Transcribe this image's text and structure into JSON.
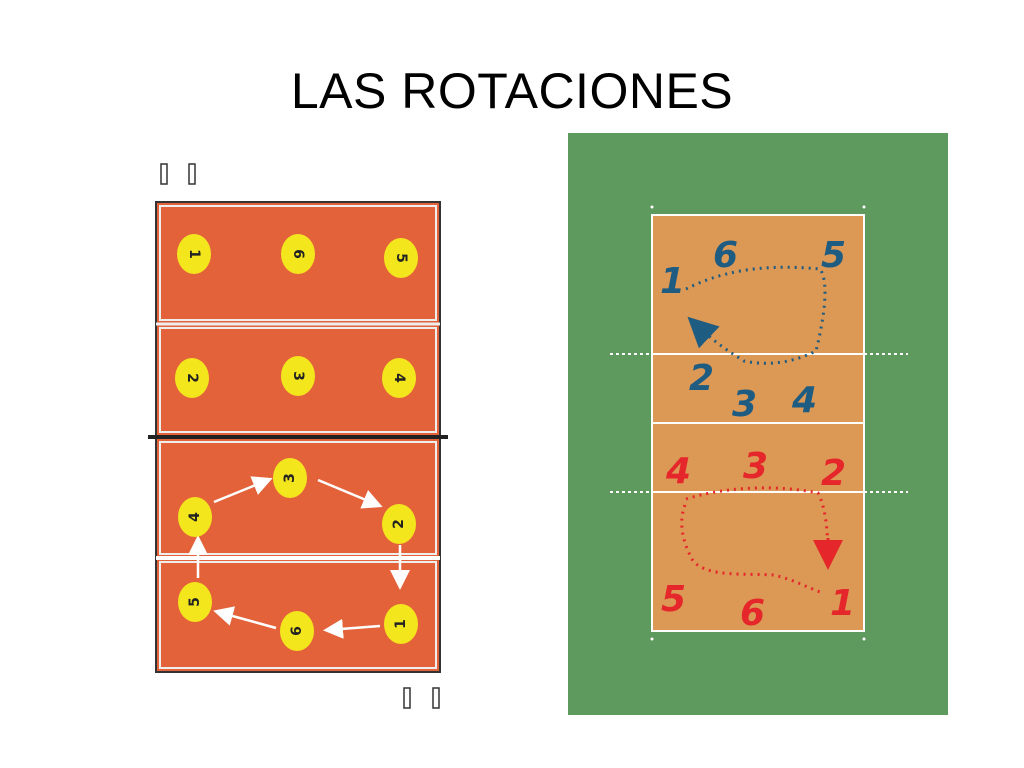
{
  "slide": {
    "title": "LAS ROTACIONES"
  },
  "left_diagram": {
    "top_half": {
      "back_row": [
        "1",
        "6",
        "5"
      ],
      "front_row": [
        "2",
        "3",
        "4"
      ]
    },
    "bottom_half": {
      "front_row": [
        "4",
        "3",
        "2"
      ],
      "back_row": [
        "5",
        "6",
        "1"
      ]
    },
    "colors": {
      "court": "#e4623a",
      "player": "#f4e61c",
      "arrow": "#ffffff"
    }
  },
  "right_diagram": {
    "blue_team": {
      "back_row": [
        "1",
        "6",
        "5"
      ],
      "front_row": [
        "2",
        "3",
        "4"
      ]
    },
    "red_team": {
      "front_row": [
        "4",
        "3",
        "2"
      ],
      "back_row": [
        "5",
        "6",
        "1"
      ]
    },
    "colors": {
      "background": "#5e9a5e",
      "court": "#dc9855",
      "blue": "#1f5c82",
      "red": "#e5262a"
    }
  }
}
